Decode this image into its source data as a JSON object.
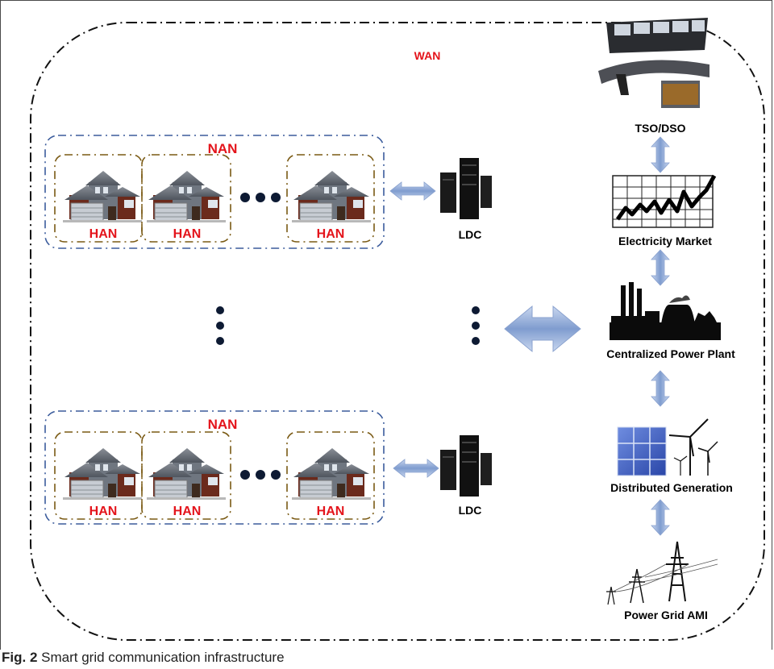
{
  "wan_label": "WAN",
  "nan_top_label": "NAN",
  "nan_bottom_label": "NAN",
  "han_label": "HAN",
  "ldc_top_label": "LDC",
  "ldc_bottom_label": "LDC",
  "stack": {
    "tso": "TSO/DSO",
    "market": "Electricity Market",
    "plant": "Centralized Power Plant",
    "dg": "Distributed Generation",
    "ami": "Power Grid AMI"
  },
  "caption": {
    "fig": "Fig. 2",
    "text": "Smart grid communication infrastructure"
  },
  "colors": {
    "red_label": "#e4141b",
    "nan_border": "#3b5c9c",
    "han_border": "#7a5a14",
    "arrow": "#8fa9d6",
    "dots": "#0d1a33"
  }
}
